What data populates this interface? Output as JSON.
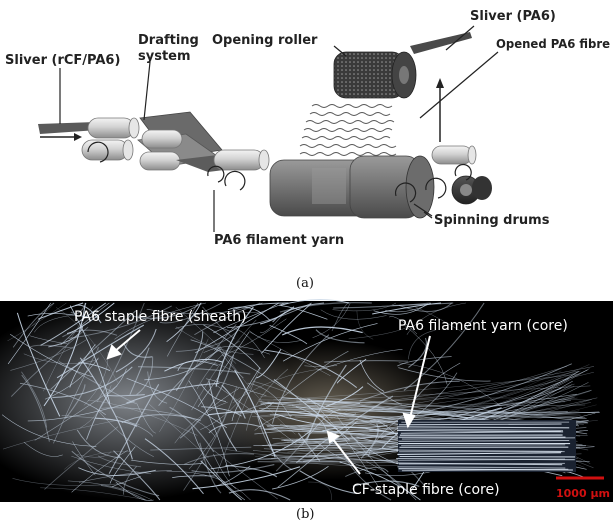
{
  "panel_a": {
    "labels": {
      "sliver_in": "Sliver (rCF/PA6)",
      "drafting_line1": "Drafting",
      "drafting_line2": "system",
      "opening_roller": "Opening roller",
      "sliver_pa6": "Sliver (PA6)",
      "opened_fibre": "Opened PA6 fibre",
      "filament_yarn": "PA6 filament yarn",
      "spinning_drums": "Spinning drums"
    },
    "caption": "(a)"
  },
  "panel_b": {
    "labels": {
      "staple_sheath": "PA6 staple fibre (sheath)",
      "filament_core": "PA6 filament yarn (core)",
      "cf_core": "CF-staple fibre (core)"
    },
    "scale_bar": "1000 μm",
    "caption": "(b)"
  },
  "colors": {
    "photo_background": "#000000",
    "fibre": "#c8d6e6",
    "scale_bar": "#d01010"
  }
}
